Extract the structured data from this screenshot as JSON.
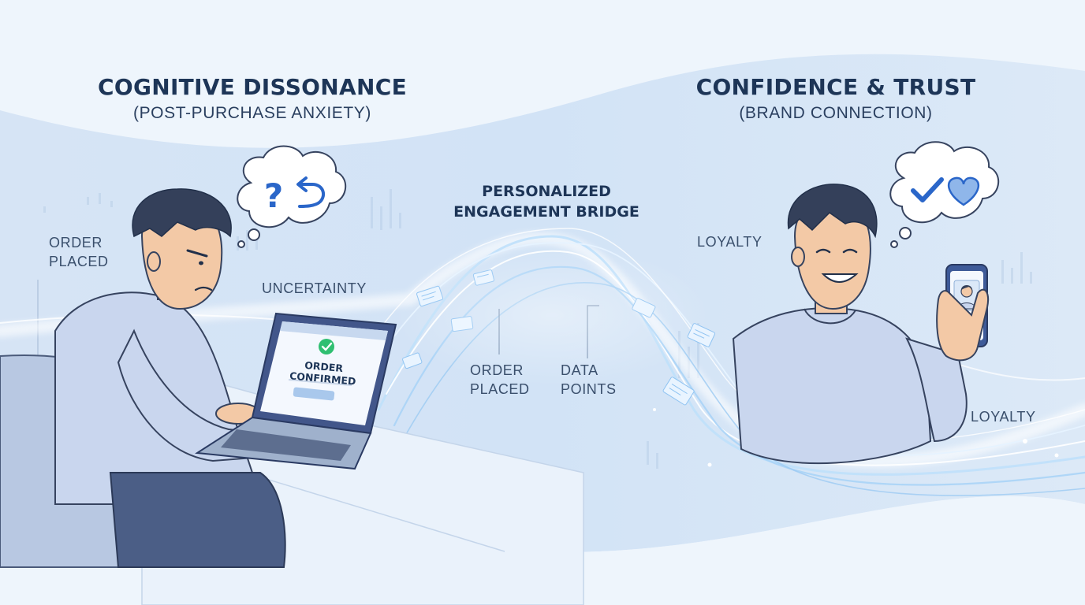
{
  "left_panel": {
    "title": "COGNITIVE DISSONANCE",
    "subtitle": "(POST-PURCHASE ANXIETY)",
    "label_order_placed": [
      "ORDER",
      "PLACED"
    ],
    "label_uncertainty": "UNCERTAINTY",
    "laptop_screen": [
      "ORDER",
      "CONFIRMED"
    ],
    "thought_icons": [
      "question-mark-icon",
      "undo-arrow-icon"
    ]
  },
  "bridge": {
    "title": [
      "PERSONALIZED",
      "ENGAGEMENT BRIDGE"
    ],
    "label_order_placed": [
      "ORDER",
      "PLACED"
    ],
    "label_data_points": [
      "DATA",
      "POINTS"
    ]
  },
  "right_panel": {
    "title": "CONFIDENCE & TRUST",
    "subtitle": "(BRAND CONNECTION)",
    "label_loyalty_top": "LOYALTY",
    "label_loyalty_bottom": "LOYALTY",
    "thought_icons": [
      "checkmark-icon",
      "heart-icon"
    ]
  },
  "colors": {
    "navy": "#1d3557",
    "shirt": "#c9d6ee",
    "hair": "#34405a",
    "skin": "#f3c9a6",
    "glow": "#8fc3f2",
    "success_green": "#2fbf71",
    "screen_button": "#a9c8ec"
  }
}
